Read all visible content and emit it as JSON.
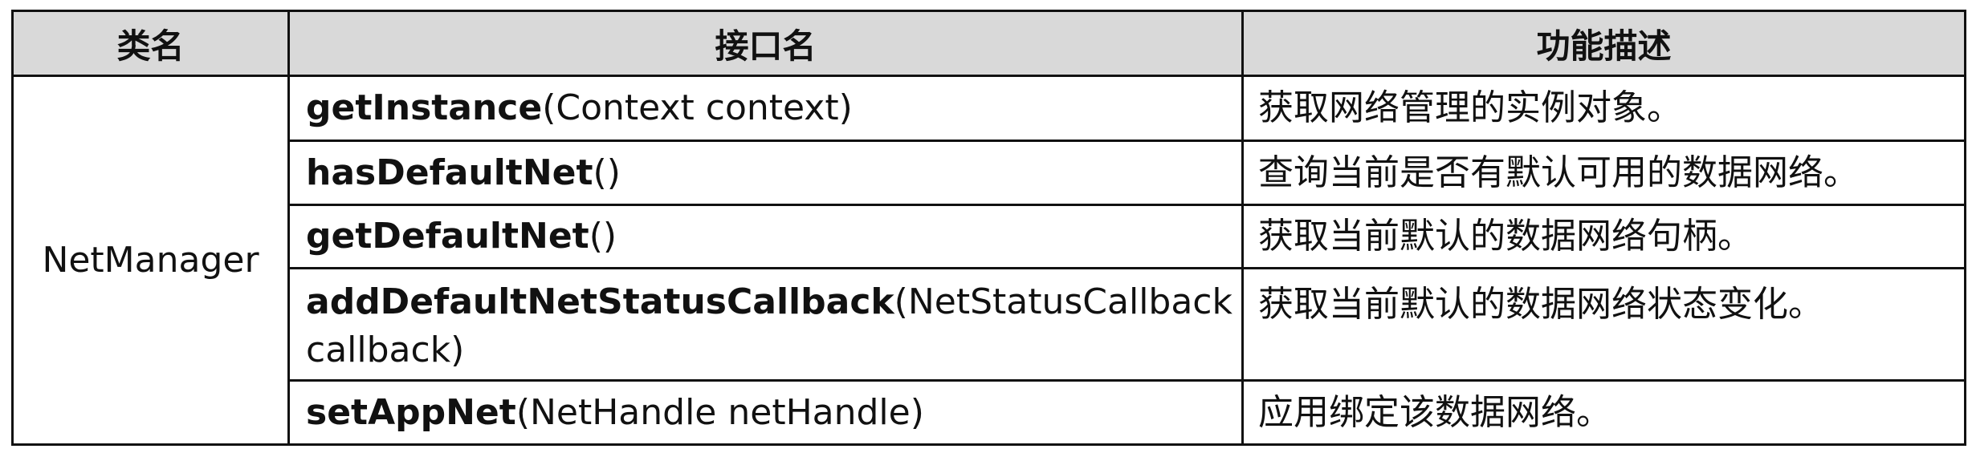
{
  "table": {
    "headers": [
      "类名",
      "接口名",
      "功能描述"
    ],
    "class_name": "NetManager",
    "rows": [
      {
        "fn": "getInstance",
        "args": "(Context context)",
        "desc": "获取网络管理的实例对象。"
      },
      {
        "fn": "hasDefaultNet",
        "args": "()",
        "desc": "查询当前是否有默认可用的数据网络。"
      },
      {
        "fn": "getDefaultNet",
        "args": "()",
        "desc": "获取当前默认的数据网络句柄。"
      },
      {
        "fn": "addDefaultNetStatusCallback",
        "args": "(NetStatusCallback callback)",
        "desc": "获取当前默认的数据网络状态变化。"
      },
      {
        "fn": "setAppNet",
        "args": "(NetHandle netHandle)",
        "desc": "应用绑定该数据网络。"
      }
    ]
  }
}
